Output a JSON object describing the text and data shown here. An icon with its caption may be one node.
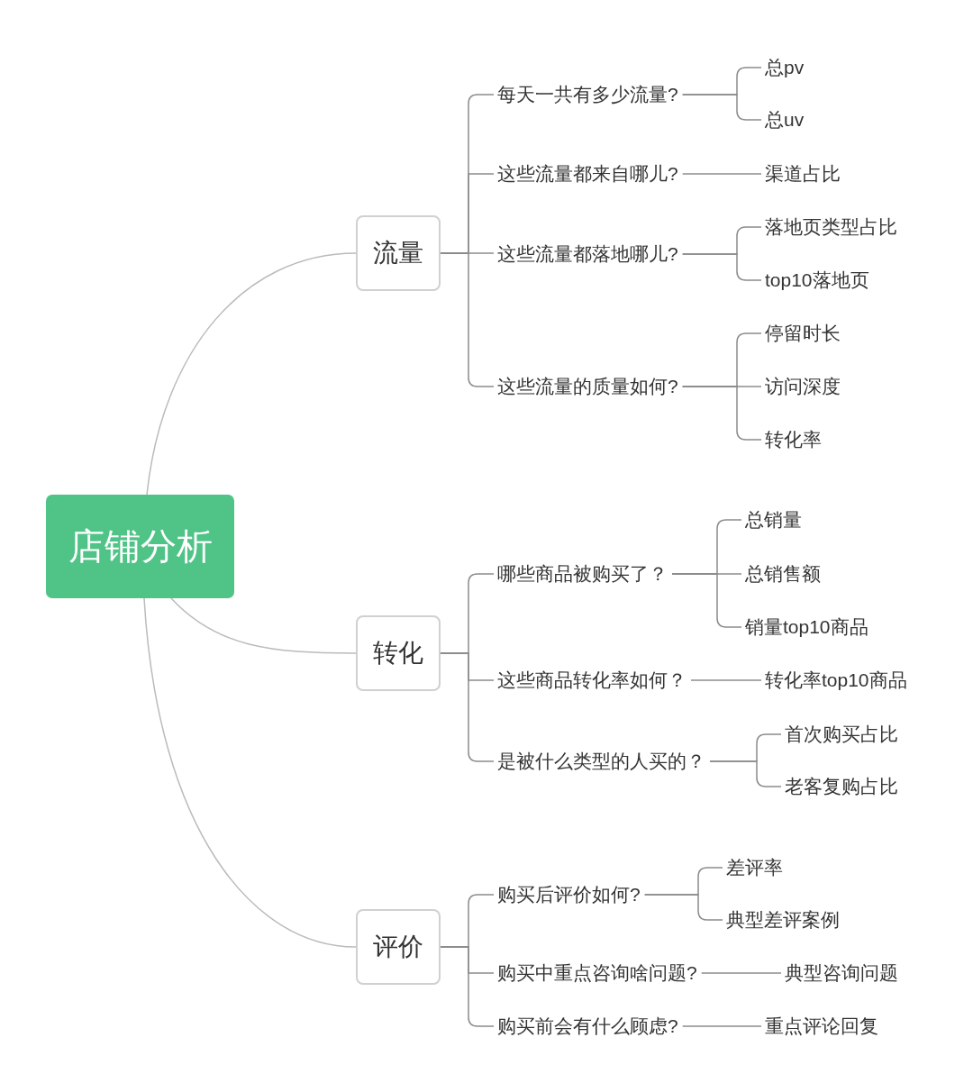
{
  "diagram": {
    "nodes": [
      {
        "text": [
          "店铺分析"
        ]
      },
      {
        "text": [
          "流量"
        ]
      },
      {
        "text": [
          "每天一共有多少流量?"
        ]
      },
      {
        "text": [
          "总pv"
        ]
      },
      {
        "text": [
          "总uv"
        ]
      },
      {
        "text": [
          "这些流量都来自哪儿?"
        ]
      },
      {
        "text": [
          "渠道占比"
        ]
      },
      {
        "text": [
          "这些流量都落地哪儿?"
        ]
      },
      {
        "text": [
          "落地页类型占比"
        ]
      },
      {
        "text": [
          "top10落地页"
        ]
      },
      {
        "text": [
          "这些流量的质量如何?"
        ]
      },
      {
        "text": [
          "停留时长"
        ]
      },
      {
        "text": [
          "访问深度"
        ]
      },
      {
        "text": [
          "转化率"
        ]
      },
      {
        "text": [
          "转化"
        ]
      },
      {
        "text": [
          "哪些商品被购买了？"
        ]
      },
      {
        "text": [
          "总销量"
        ]
      },
      {
        "text": [
          "总销售额"
        ]
      },
      {
        "text": [
          "销量top10商品"
        ]
      },
      {
        "text": [
          "这些商品转化率如何？"
        ]
      },
      {
        "text": [
          "转化率top10商品"
        ]
      },
      {
        "text": [
          "是被什么类型的人买的？"
        ]
      },
      {
        "text": [
          "首次购买占比"
        ]
      },
      {
        "text": [
          "老客复购占比"
        ]
      },
      {
        "text": [
          "评价"
        ]
      },
      {
        "text": [
          "购买后评价如何?"
        ]
      },
      {
        "text": [
          "差评率"
        ]
      },
      {
        "text": [
          "典型差评案例"
        ]
      },
      {
        "text": [
          "购买中重点咨询啥问题?"
        ]
      },
      {
        "text": [
          "典型咨询问题"
        ]
      },
      {
        "text": [
          "购买前会有什么顾虑?"
        ]
      },
      {
        "text": [
          "重点评论回复"
        ]
      }
    ],
    "edges": [
      {
        "from": 0,
        "to": 1,
        "arrow": "none",
        "color": "#bbbbbb"
      },
      {
        "from": 1,
        "to": 2,
        "arrow": "none"
      },
      {
        "from": 2,
        "to": 3,
        "arrow": "none"
      },
      {
        "from": 2,
        "to": 4,
        "arrow": "none"
      },
      {
        "from": 1,
        "to": 5,
        "arrow": "none"
      },
      {
        "from": 5,
        "to": 6,
        "arrow": "none"
      },
      {
        "from": 1,
        "to": 7,
        "arrow": "none"
      },
      {
        "from": 7,
        "to": 8,
        "arrow": "none"
      },
      {
        "from": 7,
        "to": 9,
        "arrow": "none"
      },
      {
        "from": 1,
        "to": 10,
        "arrow": "none"
      },
      {
        "from": 10,
        "to": 11,
        "arrow": "none"
      },
      {
        "from": 10,
        "to": 12,
        "arrow": "none"
      },
      {
        "from": 10,
        "to": 13,
        "arrow": "none"
      },
      {
        "from": 0,
        "to": 14,
        "arrow": "none",
        "color": "#bbbbbb"
      },
      {
        "from": 14,
        "to": 15,
        "arrow": "none"
      },
      {
        "from": 15,
        "to": 16,
        "arrow": "none"
      },
      {
        "from": 15,
        "to": 17,
        "arrow": "none"
      },
      {
        "from": 15,
        "to": 18,
        "arrow": "none"
      },
      {
        "from": 14,
        "to": 19,
        "arrow": "none"
      },
      {
        "from": 19,
        "to": 20,
        "arrow": "none"
      },
      {
        "from": 14,
        "to": 21,
        "arrow": "none"
      },
      {
        "from": 21,
        "to": 22,
        "arrow": "none"
      },
      {
        "from": 21,
        "to": 23,
        "arrow": "none"
      },
      {
        "from": 0,
        "to": 24,
        "arrow": "none",
        "color": "#bbbbbb"
      },
      {
        "from": 24,
        "to": 25,
        "arrow": "none"
      },
      {
        "from": 25,
        "to": 26,
        "arrow": "none"
      },
      {
        "from": 25,
        "to": 27,
        "arrow": "none"
      },
      {
        "from": 24,
        "to": 28,
        "arrow": "none"
      },
      {
        "from": 28,
        "to": 29,
        "arrow": "none"
      },
      {
        "from": 24,
        "to": 30,
        "arrow": "none"
      },
      {
        "from": 30,
        "to": 31,
        "arrow": "none"
      }
    ]
  }
}
